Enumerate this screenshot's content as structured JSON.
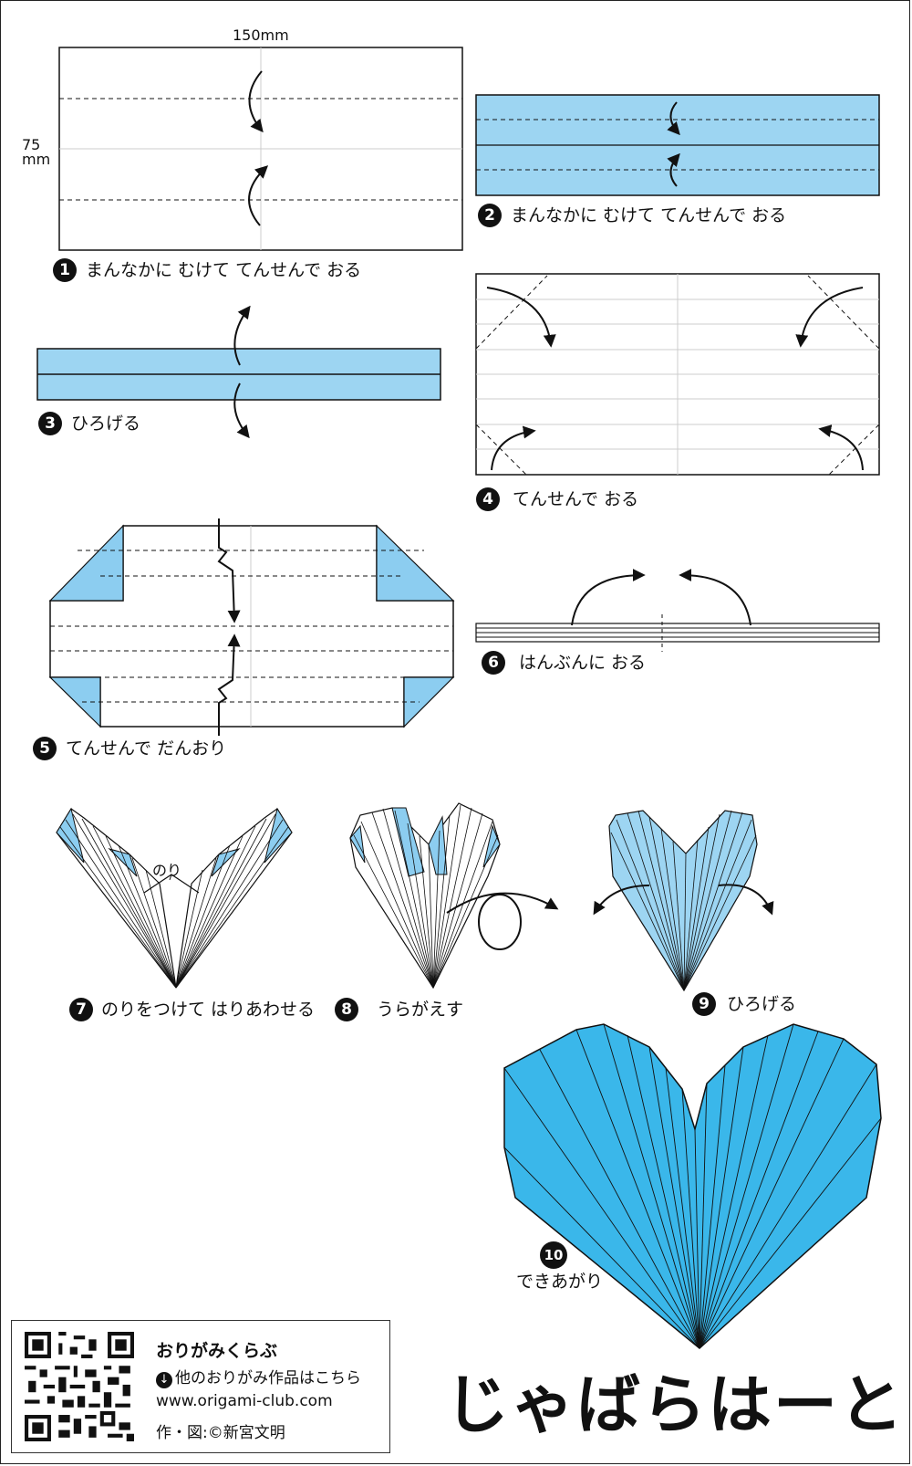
{
  "dimensions": {
    "width_label": "150mm",
    "height_label_1": "75",
    "height_label_2": "mm"
  },
  "colors": {
    "paper_light": "#9dd5f2",
    "paper_mid": "#8ccdf0",
    "paper_final": "#3ab7ea",
    "line": "#111111"
  },
  "steps": [
    {
      "number": "1",
      "text": "まんなかに むけて てんせんで おる"
    },
    {
      "number": "2",
      "text": "まんなかに むけて てんせんで おる"
    },
    {
      "number": "3",
      "text": "ひろげる"
    },
    {
      "number": "4",
      "text": "てんせんで おる"
    },
    {
      "number": "5",
      "text": "てんせんで だんおり"
    },
    {
      "number": "6",
      "text": "はんぶんに おる"
    },
    {
      "number": "7",
      "text": "のりをつけて はりあわせる"
    },
    {
      "number": "8",
      "text": "うらがえす"
    },
    {
      "number": "9",
      "text": "ひろげる"
    },
    {
      "number": "10",
      "text": "できあがり"
    }
  ],
  "glue_label": "のり",
  "footer": {
    "brand": "おりがみくらぶ",
    "more_icon": "down-arrow-circle-icon",
    "more_text": "他のおりがみ作品はこちら",
    "url": "www.origami-club.com",
    "credit": "作・図:©新宮文明"
  },
  "title": "じゃばらはーと"
}
